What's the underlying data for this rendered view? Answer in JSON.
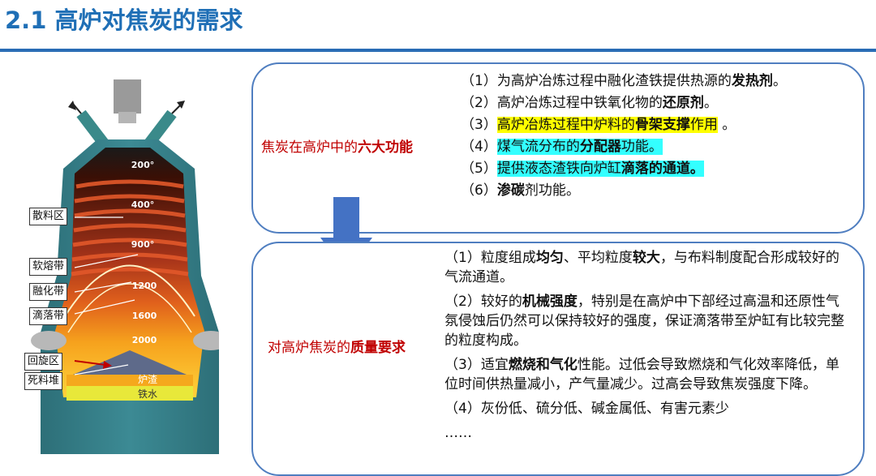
{
  "title": "2.1 高炉对焦炭的需求",
  "furnace": {
    "zones": [
      "散料区",
      "软熔带",
      "融化带",
      "滴落带",
      "回旋区",
      "死料堆"
    ],
    "temps": [
      "200°",
      "400°",
      "900°",
      "1200",
      "1600",
      "2000"
    ],
    "slag": "炉渣",
    "iron": "铁水"
  },
  "functions": {
    "label_pre": "焦炭在高炉中的",
    "label_bold": "六大功能",
    "items": [
      {
        "num": "（1）",
        "a": "为高炉冶炼过程中融化渣铁提供热源的",
        "b": "发热剂",
        "c": "。"
      },
      {
        "num": "（2）",
        "a": "高炉冶炼过程中铁氧化物的",
        "b": "还原剂",
        "c": "。"
      },
      {
        "num": "（3）",
        "a": "高炉冶炼过程中炉料的",
        "b": "骨架支撑",
        "c": "作用",
        "d": "。"
      },
      {
        "num": "（4）",
        "a": "煤气流分布的",
        "b": "分配器",
        "c": "功能。"
      },
      {
        "num": "（5）",
        "a": "提供液态渣铁向炉缸",
        "b": "滴落的通道。",
        "c": ""
      },
      {
        "num": "（6）",
        "a": "",
        "b": "渗碳",
        "c": "剂功能。"
      }
    ]
  },
  "quality": {
    "label_pre": "对高炉焦炭的",
    "label_bold": "质量要求",
    "p1": {
      "a": "（1）粒度组成",
      "b": "均匀",
      "c": "、平均粒度",
      "d": "较大",
      "e": "，与布料制度配合形成较好的气流通道。"
    },
    "p2": {
      "a": "（2）较好的",
      "b": "机械强度",
      "c": "，特别是在高炉中下部经过高温和还原性气氛侵蚀后仍然可以保持较好的强度，保证滴落带至炉缸有比较完整的粒度构成。"
    },
    "p3": {
      "a": "（3）适宜",
      "b": "燃烧和气化",
      "c": "性能。过低会导致燃烧和气化效率降低，单位时间供热量减小，产气量减少。过高会导致焦炭强度下降。"
    },
    "p4": "（4）灰份低、硫分低、碱金属低、有害元素少",
    "p5": "……"
  },
  "colors": {
    "title": "#1f6fb6",
    "border": "#4f7ec0",
    "label": "#c00000",
    "highlight_yellow": "#ffff00",
    "highlight_cyan": "#33ffff",
    "arrow": "#4472c4"
  }
}
